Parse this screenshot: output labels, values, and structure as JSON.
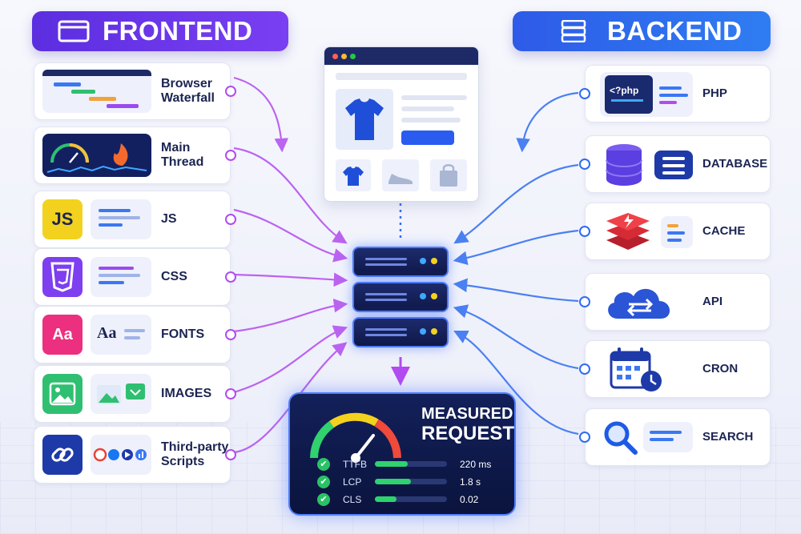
{
  "frontend": {
    "title": "FRONTEND",
    "items": [
      {
        "label": "Browser Waterfall",
        "icon": "waterfall-chart-icon"
      },
      {
        "label": "Main Thread",
        "icon": "gauge-flame-icon"
      },
      {
        "label": "JS",
        "icon": "js-icon",
        "badge": "JS"
      },
      {
        "label": "CSS",
        "icon": "css3-icon"
      },
      {
        "label": "FONTS",
        "icon": "font-icon",
        "badge": "Aa"
      },
      {
        "label": "IMAGES",
        "icon": "image-icon"
      },
      {
        "label": "Third-party Scripts",
        "icon": "link-icon"
      }
    ]
  },
  "backend": {
    "title": "BACKEND",
    "items": [
      {
        "label": "PHP",
        "icon": "php-file-icon",
        "badge": "<?php"
      },
      {
        "label": "DATABASE",
        "icon": "database-icon"
      },
      {
        "label": "CACHE",
        "icon": "cache-stack-icon"
      },
      {
        "label": "API",
        "icon": "cloud-api-icon"
      },
      {
        "label": "CRON",
        "icon": "calendar-clock-icon"
      },
      {
        "label": "SEARCH",
        "icon": "magnifier-icon"
      }
    ]
  },
  "measured": {
    "title_line1": "MEASURED",
    "title_line2": "REQUEST",
    "metrics": [
      {
        "name": "TTFB",
        "value": "220 ms",
        "level": 0.45
      },
      {
        "name": "LCP",
        "value": "1.8 s",
        "level": 0.5
      },
      {
        "name": "CLS",
        "value": "0.02",
        "level": 0.3
      }
    ]
  },
  "colors": {
    "frontend_accent": "#7a3ff2",
    "backend_accent": "#2f6df2",
    "good_metric": "#2fd26e"
  }
}
